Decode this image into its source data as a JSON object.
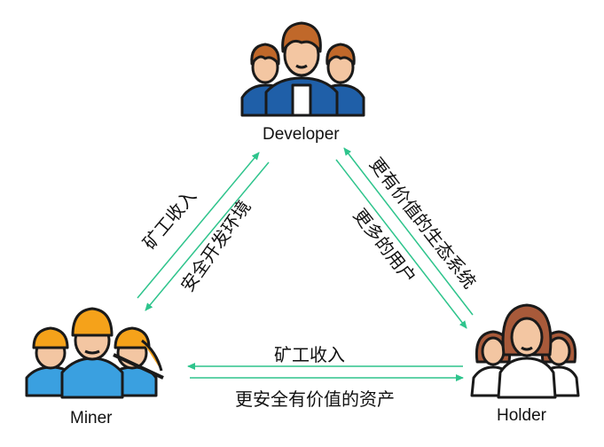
{
  "nodes": {
    "developer": {
      "label": "Developer"
    },
    "miner": {
      "label": "Miner"
    },
    "holder": {
      "label": "Holder"
    }
  },
  "edges": {
    "miner_to_developer": "矿工收入",
    "developer_to_miner": "安全开发环境",
    "holder_to_developer": "更有价值的生态系统",
    "developer_to_holder": "更多的用户",
    "holder_to_miner": "矿工收入",
    "miner_to_holder": "更安全有价值的资产"
  },
  "colors": {
    "arrow": "#2ec48c",
    "skin": "#f3c6a2",
    "outline": "#1a1a1a",
    "developer_hair": "#c0682a",
    "developer_shirt": "#1f5fa8",
    "miner_helmet": "#f5a21a",
    "miner_shirt": "#3aa0e0",
    "holder_hair": "#a85a3a",
    "holder_dress": "#ffffff"
  }
}
